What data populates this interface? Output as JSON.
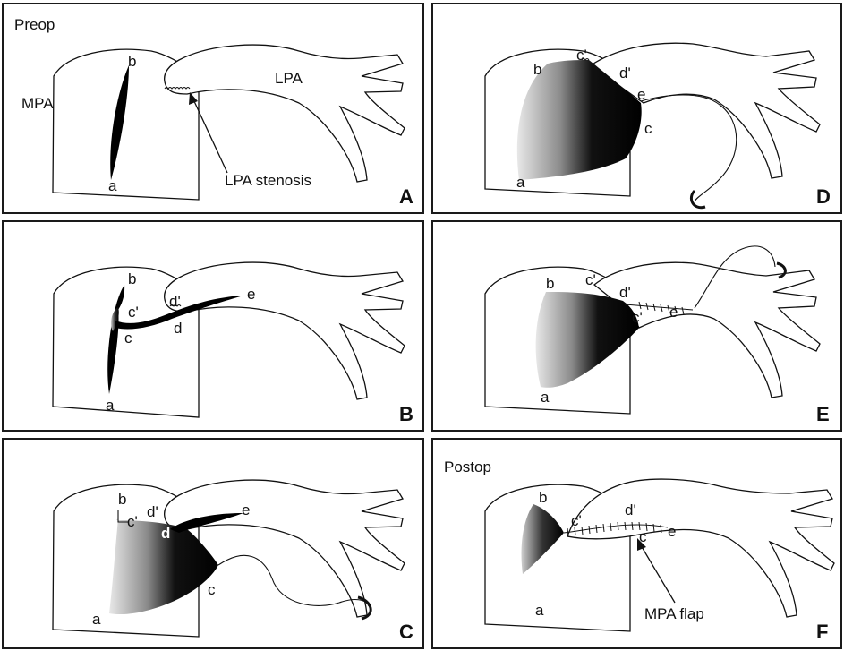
{
  "panels": {
    "A": {
      "letter": "A",
      "heading": "Preop",
      "labels": {
        "MPA": "MPA",
        "LPA": "LPA",
        "b": "b",
        "a": "a",
        "stenosis": "LPA stenosis"
      }
    },
    "B": {
      "letter": "B",
      "labels": {
        "b": "b",
        "c_prime": "c'",
        "c": "c",
        "d_prime": "d'",
        "d": "d",
        "e": "e",
        "a": "a"
      }
    },
    "C": {
      "letter": "C",
      "labels": {
        "b": "b",
        "c_prime": "c'",
        "d_prime": "d'",
        "d": "d",
        "e": "e",
        "c": "c",
        "a": "a"
      }
    },
    "D": {
      "letter": "D",
      "labels": {
        "b": "b",
        "c_prime": "c'",
        "d_prime": "d'",
        "e": "e",
        "c": "c",
        "a": "a"
      }
    },
    "E": {
      "letter": "E",
      "labels": {
        "b": "b",
        "c_prime_top": "c'",
        "d_prime": "d'",
        "c_prime_mid": "c'",
        "e": "e",
        "a": "a"
      }
    },
    "F": {
      "letter": "F",
      "heading": "Postop",
      "labels": {
        "b": "b",
        "c_prime": "c'",
        "d_prime": "d'",
        "c": "c",
        "e": "e",
        "a": "a",
        "flap": "MPA flap"
      }
    }
  }
}
